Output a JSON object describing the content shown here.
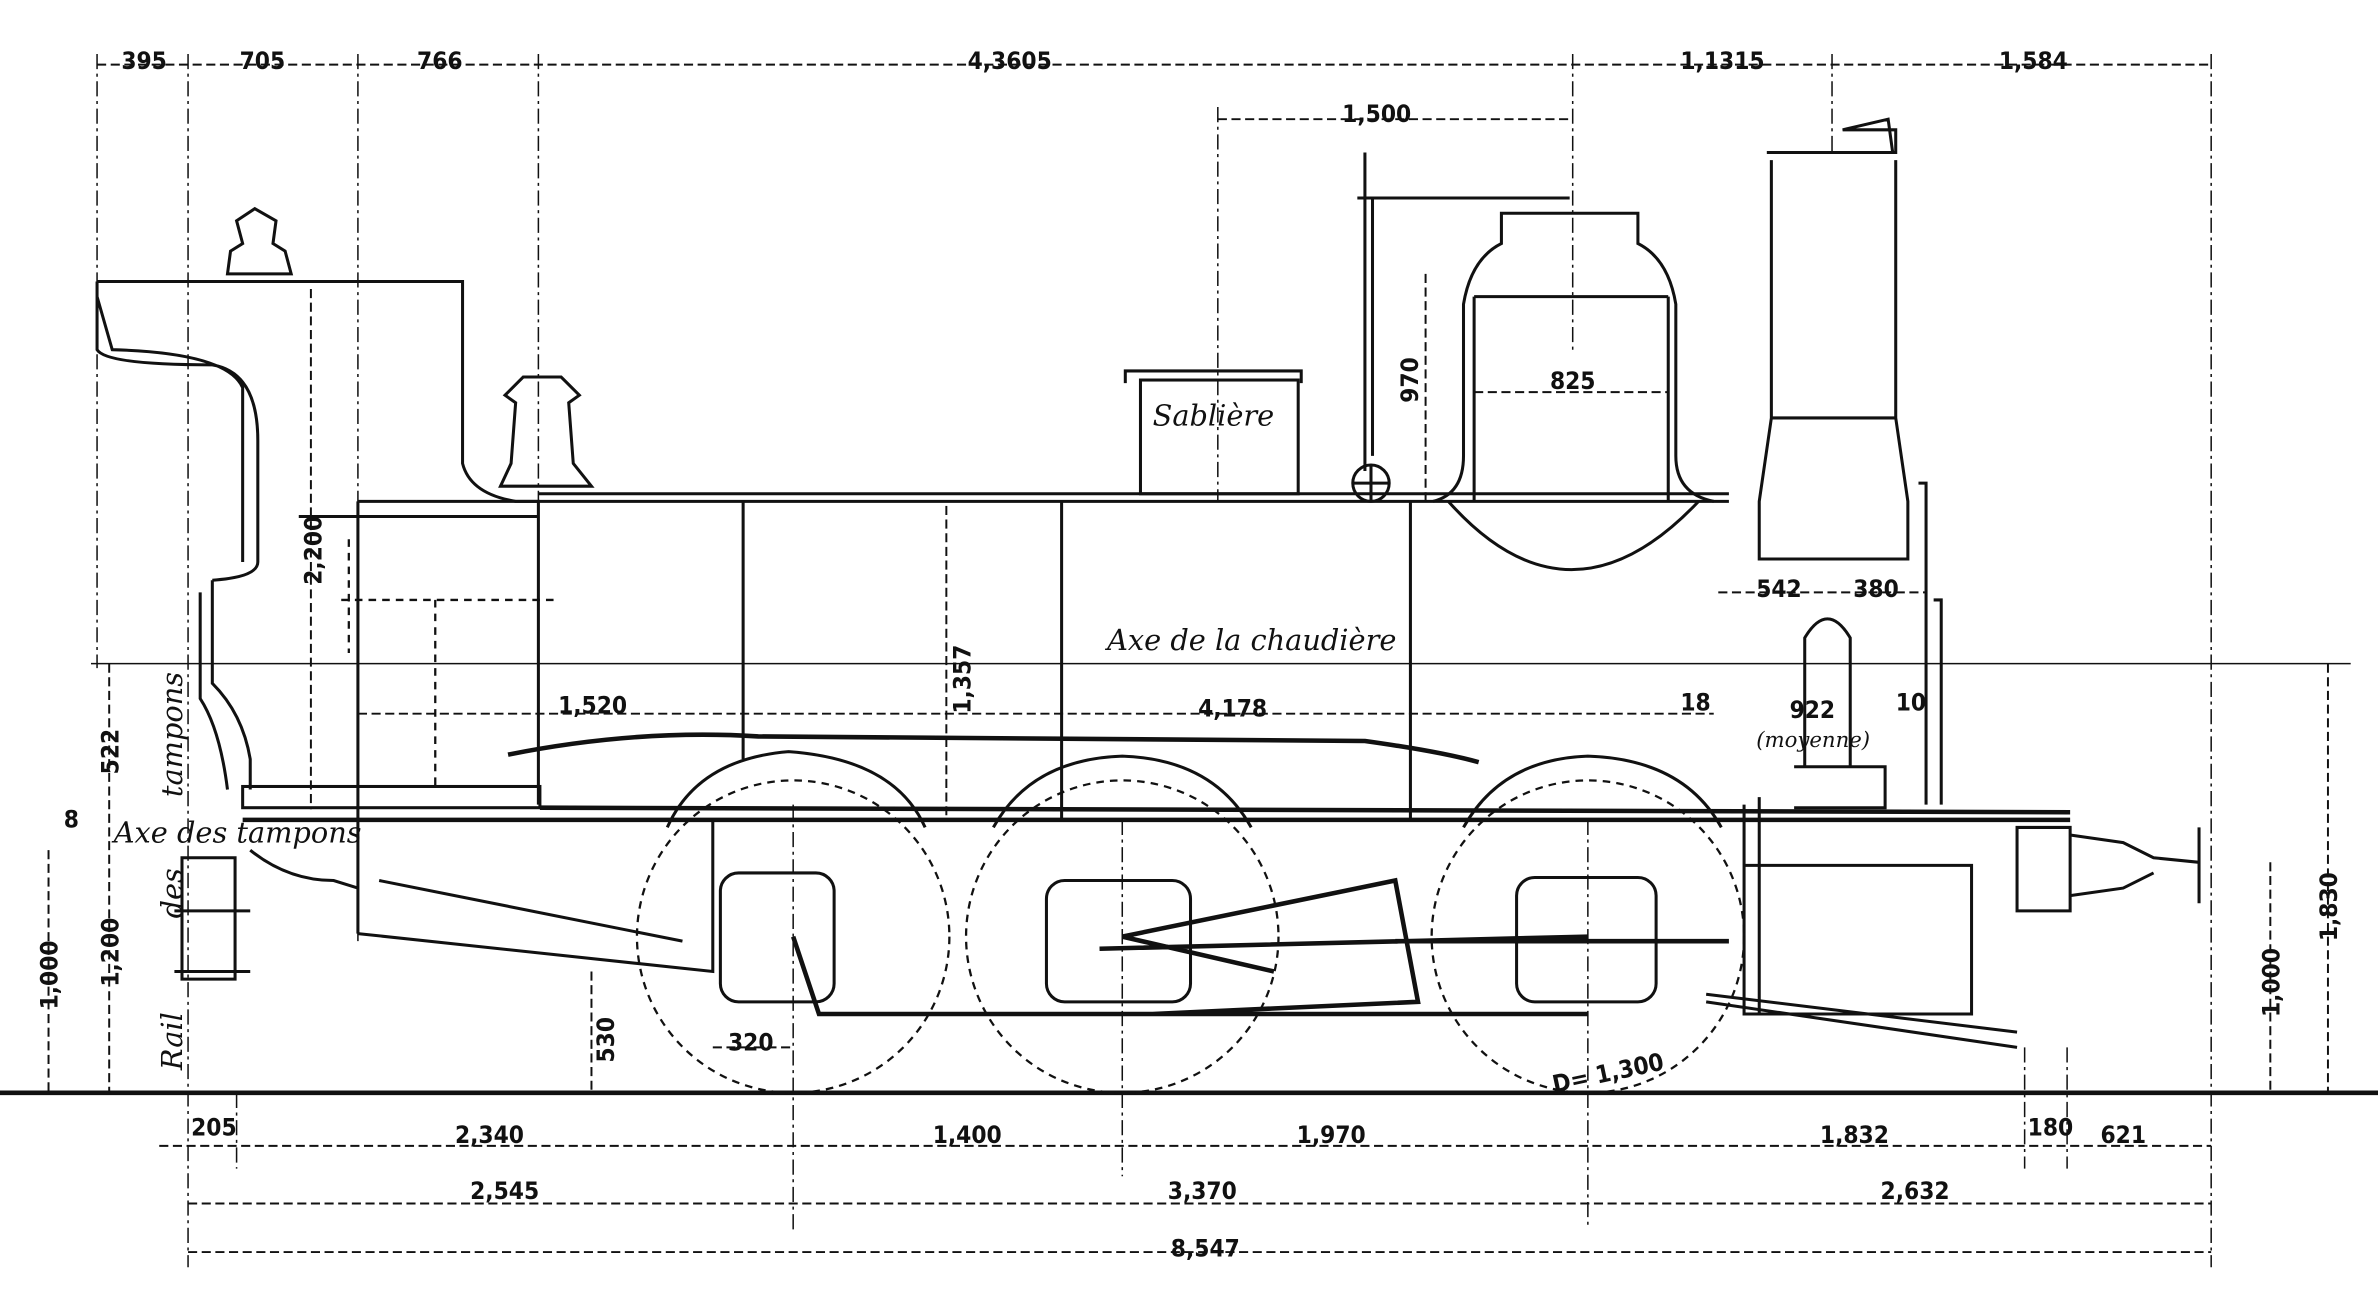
{
  "title_labels": {
    "boiler_axis": "Axe de la chaudière",
    "buffer_axis": "Axe des tampons",
    "sandbox": "Sablière",
    "buffers_vertical": "tampons",
    "rail_vertical": "Rail",
    "des_vertical": "des",
    "moyenne": "(moyenne)",
    "wheel_diameter": "D= 1,300"
  },
  "top_dimensions": [
    "395",
    "705",
    "766",
    "4,3605",
    "1,1315",
    "1,584"
  ],
  "dome_dimensions": {
    "spacing": "1,500",
    "dome_height": "970",
    "dome_width": "825"
  },
  "body_dimensions": {
    "cab_height": "2,200",
    "boiler_height": "1,357",
    "frame_1520": "1,520",
    "frame_4178": "4,178",
    "smokebox_542": "542",
    "smokebox_380": "380",
    "gap_18": "18",
    "gap_10": "10",
    "firebox_922": "922",
    "buffer_522": "522",
    "buffer_8": "8",
    "height_1000_left": "1,000",
    "height_1200": "1,200",
    "height_530": "530",
    "cylinder_320": "320",
    "height_1000_right": "1,000",
    "height_1830": "1,830"
  },
  "bottom_row_1": [
    "205",
    "2,340",
    "1,400",
    "1,970",
    "1,832",
    "180",
    "621"
  ],
  "bottom_row_2": [
    "2,545",
    "3,370",
    "2,632"
  ],
  "bottom_row_3": [
    "8,547"
  ]
}
